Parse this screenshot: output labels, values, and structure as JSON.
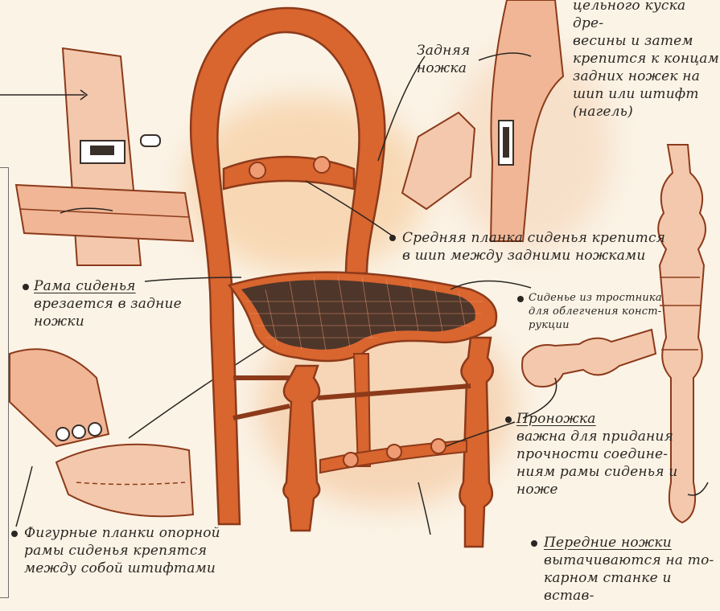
{
  "labels": {
    "top_right": "цельного куска дре-\nвесины и затем\nкрепится к концам\nзадних ножек на\nшип или штифт\n(нагель)",
    "back_leg": "Задняя\nножка",
    "middle_rail_1": "Средняя планка сиденья крепится",
    "middle_rail_2": "в шип между задними ножками",
    "seat_frame_title": "Рама сиденья",
    "seat_frame_body": "врезается в задние\nножки",
    "cane_seat": "Сиденье из тростника\nдля облегчения конст-\nрукции",
    "stretcher_title": "Проножка",
    "stretcher_body": "важна для придания\nпрочности соедине-\nниям рамы сиденья и\nноже",
    "front_legs_title": "Передние ножки",
    "front_legs_body": "вытачиваются на то-\nкарном станке и встав-",
    "curved_rails": "Фигурные планки опорной\nрамы сиденья крепятся\nмежду собой штифтами"
  },
  "colors": {
    "wood": "#d9652f",
    "wood_dark": "#8c3a1a",
    "wood_light": "#ef9b73",
    "cane": "#3a302a",
    "ink": "#2a2622",
    "paper": "#fbf3e6"
  }
}
